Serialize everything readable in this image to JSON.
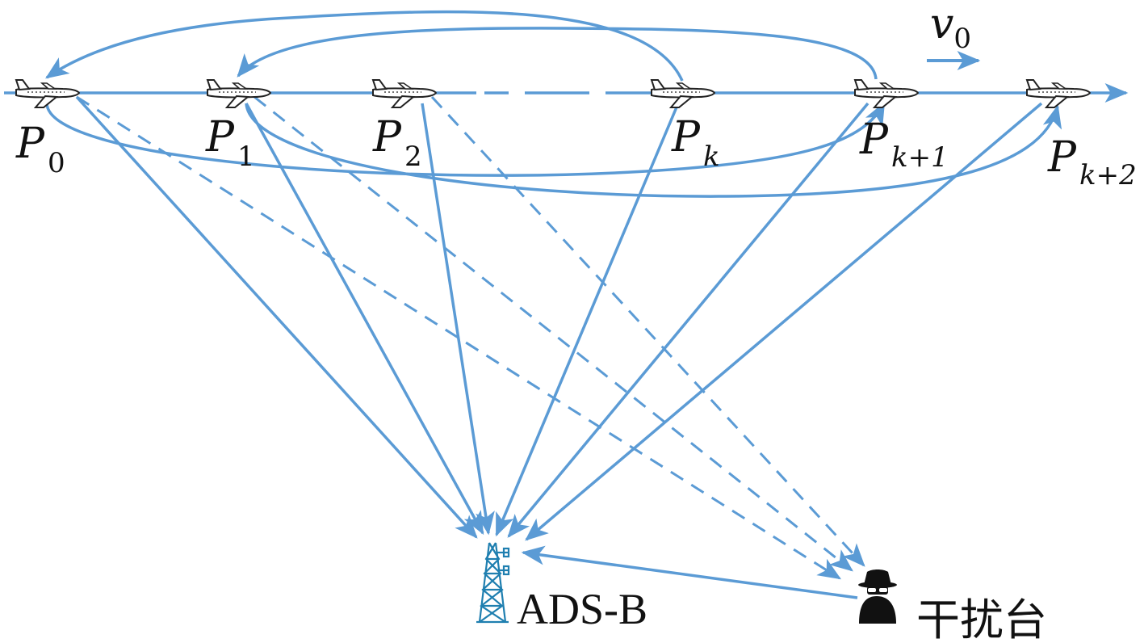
{
  "velocity": {
    "symbol": "v",
    "sub": "0"
  },
  "planes": [
    {
      "id": "p0",
      "main": "P",
      "sub": "0",
      "sub_italic": false,
      "icon": "airplane-icon"
    },
    {
      "id": "p1",
      "main": "P",
      "sub": "1",
      "sub_italic": false,
      "icon": "airplane-icon"
    },
    {
      "id": "p2",
      "main": "P",
      "sub": "2",
      "sub_italic": false,
      "icon": "airplane-icon"
    },
    {
      "id": "pk",
      "main": "P",
      "sub": "k",
      "sub_italic": true,
      "icon": "airplane-icon"
    },
    {
      "id": "pk1",
      "main": "P",
      "sub": "k+1",
      "sub_italic": true,
      "icon": "airplane-icon"
    },
    {
      "id": "pk2",
      "main": "P",
      "sub": "k+2",
      "sub_italic": true,
      "icon": "airplane-icon"
    }
  ],
  "receiver": {
    "label": "ADS-B",
    "icon": "radio-tower-icon"
  },
  "jammer": {
    "label": "干扰台",
    "icon": "spy-icon"
  },
  "colors": {
    "line": "#5b9bd5",
    "text": "#111111",
    "tower": "#1f7fb0",
    "plane_outline": "#222222"
  }
}
